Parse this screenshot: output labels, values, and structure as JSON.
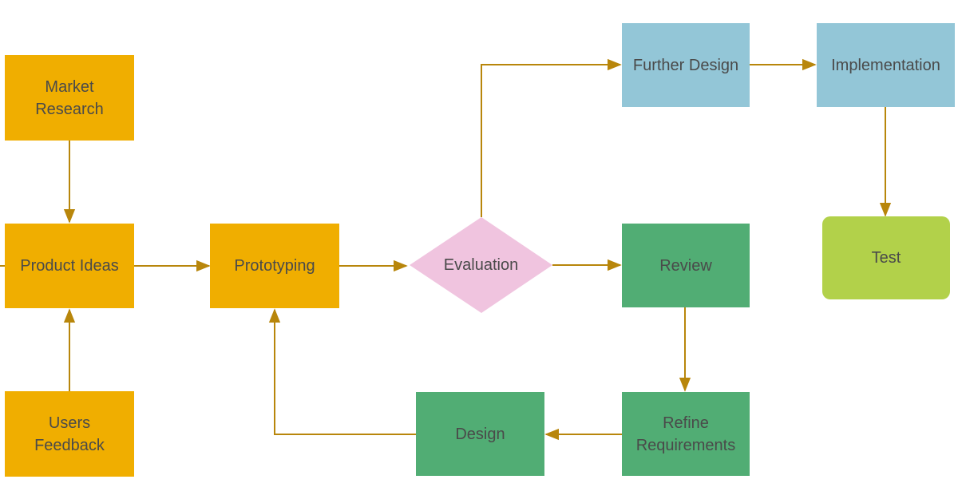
{
  "diagram": {
    "colors": {
      "stage_orange": "#f0ae00",
      "stage_blue": "#93c6d7",
      "stage_green": "#51ad74",
      "stage_lime": "#b2d14a",
      "decision_pink": "#f0c4df",
      "connector": "#b8860b",
      "text": "#4a4a4a"
    },
    "nodes": {
      "market_research": "Market\nResearch",
      "product_ideas": "Product Ideas",
      "users_feedback": "Users\nFeedback",
      "prototyping": "Prototyping",
      "evaluation": "Evaluation",
      "further_design": "Further Design",
      "implementation": "Implementation",
      "test": "Test",
      "review": "Review",
      "refine_requirements": "Refine\nRequirements",
      "design": "Design"
    },
    "edges": [
      {
        "from": "market_research",
        "to": "product_ideas"
      },
      {
        "from": "users_feedback",
        "to": "product_ideas"
      },
      {
        "from": "product_ideas",
        "to": "prototyping"
      },
      {
        "from": "prototyping",
        "to": "evaluation"
      },
      {
        "from": "evaluation",
        "to": "further_design"
      },
      {
        "from": "evaluation",
        "to": "review"
      },
      {
        "from": "further_design",
        "to": "implementation"
      },
      {
        "from": "implementation",
        "to": "test"
      },
      {
        "from": "review",
        "to": "refine_requirements"
      },
      {
        "from": "refine_requirements",
        "to": "design"
      },
      {
        "from": "design",
        "to": "prototyping"
      }
    ]
  }
}
